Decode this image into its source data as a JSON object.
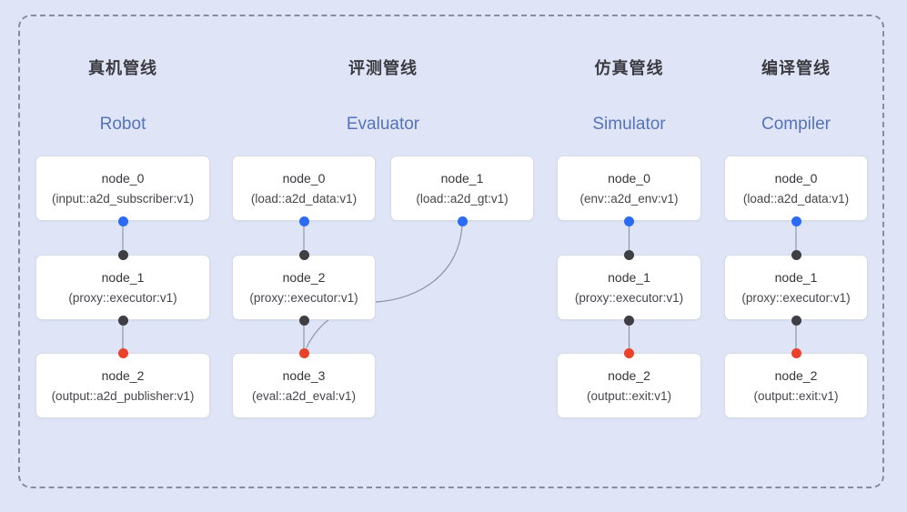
{
  "diagram": {
    "colors": {
      "background": "#dfe5f6",
      "frame_border": "#878d9a",
      "box_background": "#ffffff",
      "box_border": "#d7dbe6",
      "node_title_text": "#35353b",
      "node_type_text": "#46464d",
      "zh_header_text": "#3a3a40",
      "en_header_text": "#5573bb",
      "edge_line": "#8e96a8",
      "port_output_blue": "#2a6af5",
      "port_intermediate_black": "#3e3e44",
      "port_input_red": "#ea4228"
    },
    "pipelines": [
      {
        "title_zh": "真机管线",
        "title_en": "Robot",
        "nodes": [
          {
            "name": "node_0",
            "type": "(input::a2d_subscriber:v1)"
          },
          {
            "name": "node_1",
            "type": "(proxy::executor:v1)"
          },
          {
            "name": "node_2",
            "type": "(output::a2d_publisher:v1)"
          }
        ]
      },
      {
        "title_zh": "评测管线",
        "title_en": "Evaluator",
        "nodes": [
          {
            "name": "node_0",
            "type": "(load::a2d_data:v1)"
          },
          {
            "name": "node_1",
            "type": "(load::a2d_gt:v1)"
          },
          {
            "name": "node_2",
            "type": "(proxy::executor:v1)"
          },
          {
            "name": "node_3",
            "type": "(eval::a2d_eval:v1)"
          }
        ]
      },
      {
        "title_zh": "仿真管线",
        "title_en": "Simulator",
        "nodes": [
          {
            "name": "node_0",
            "type": "(env::a2d_env:v1)"
          },
          {
            "name": "node_1",
            "type": "(proxy::executor:v1)"
          },
          {
            "name": "node_2",
            "type": "(output::exit:v1)"
          }
        ]
      },
      {
        "title_zh": "编译管线",
        "title_en": "Compiler",
        "nodes": [
          {
            "name": "node_0",
            "type": "(load::a2d_data:v1)"
          },
          {
            "name": "node_1",
            "type": "(proxy::executor:v1)"
          },
          {
            "name": "node_2",
            "type": "(output::exit:v1)"
          }
        ]
      }
    ]
  }
}
